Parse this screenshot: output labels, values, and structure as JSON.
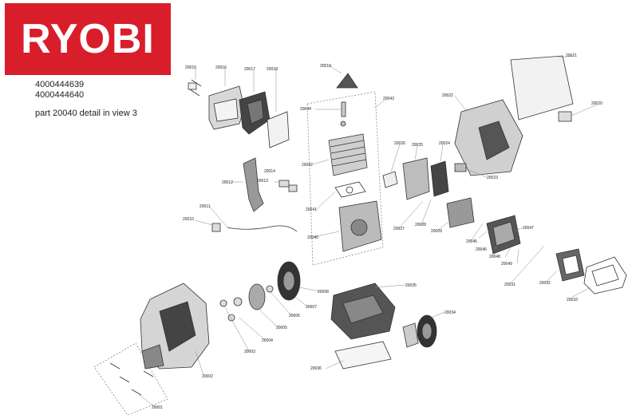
{
  "brand": {
    "logo_text": "RYOBI",
    "logo_color": "#d81e2a"
  },
  "header": {
    "model_1": "4000444639",
    "model_2": "4000444640",
    "note": "part 20040 detail in view 3"
  },
  "parts": [
    "20001",
    "20002",
    "20003",
    "20004",
    "20005",
    "20006",
    "20007",
    "20008",
    "20010",
    "20011",
    "20012",
    "20013",
    "20014",
    "20015",
    "20016",
    "20017",
    "20018",
    "20019",
    "20020",
    "20021",
    "20022",
    "20023",
    "20024",
    "20025",
    "20026",
    "20027",
    "20028",
    "20029",
    "20031",
    "20032",
    "20033",
    "20034",
    "20035",
    "20036",
    "20040",
    "20041",
    "20042",
    "20043",
    "20044",
    "20045",
    "20046",
    "20047",
    "20048",
    "20049"
  ]
}
